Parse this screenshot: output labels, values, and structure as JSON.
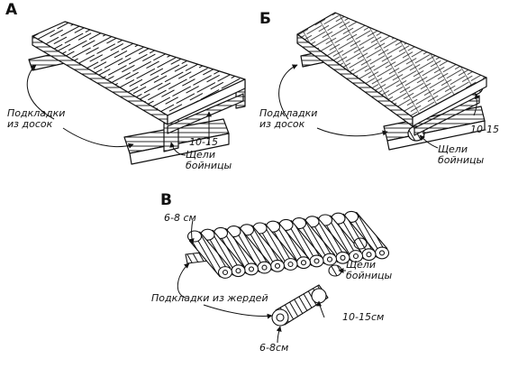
{
  "colors": {
    "ink": "#111111",
    "paper": "#ffffff"
  },
  "panels": [
    {
      "letter": "А",
      "labels": {
        "pads": "Подкладки\nиз досок",
        "gap": "10-15",
        "slots": "Щели\nбойницы"
      }
    },
    {
      "letter": "Б",
      "labels": {
        "pads": "Подкладки\nиз досок",
        "gap": "10-15",
        "slots": "Щели\nбойницы"
      }
    },
    {
      "letter": "В",
      "labels": {
        "thickness": "6-8 см",
        "pads": "Подкладки из жердей",
        "slots": "Щели\nбойницы",
        "gap": "10-15см",
        "pole": "6-8см"
      }
    }
  ]
}
